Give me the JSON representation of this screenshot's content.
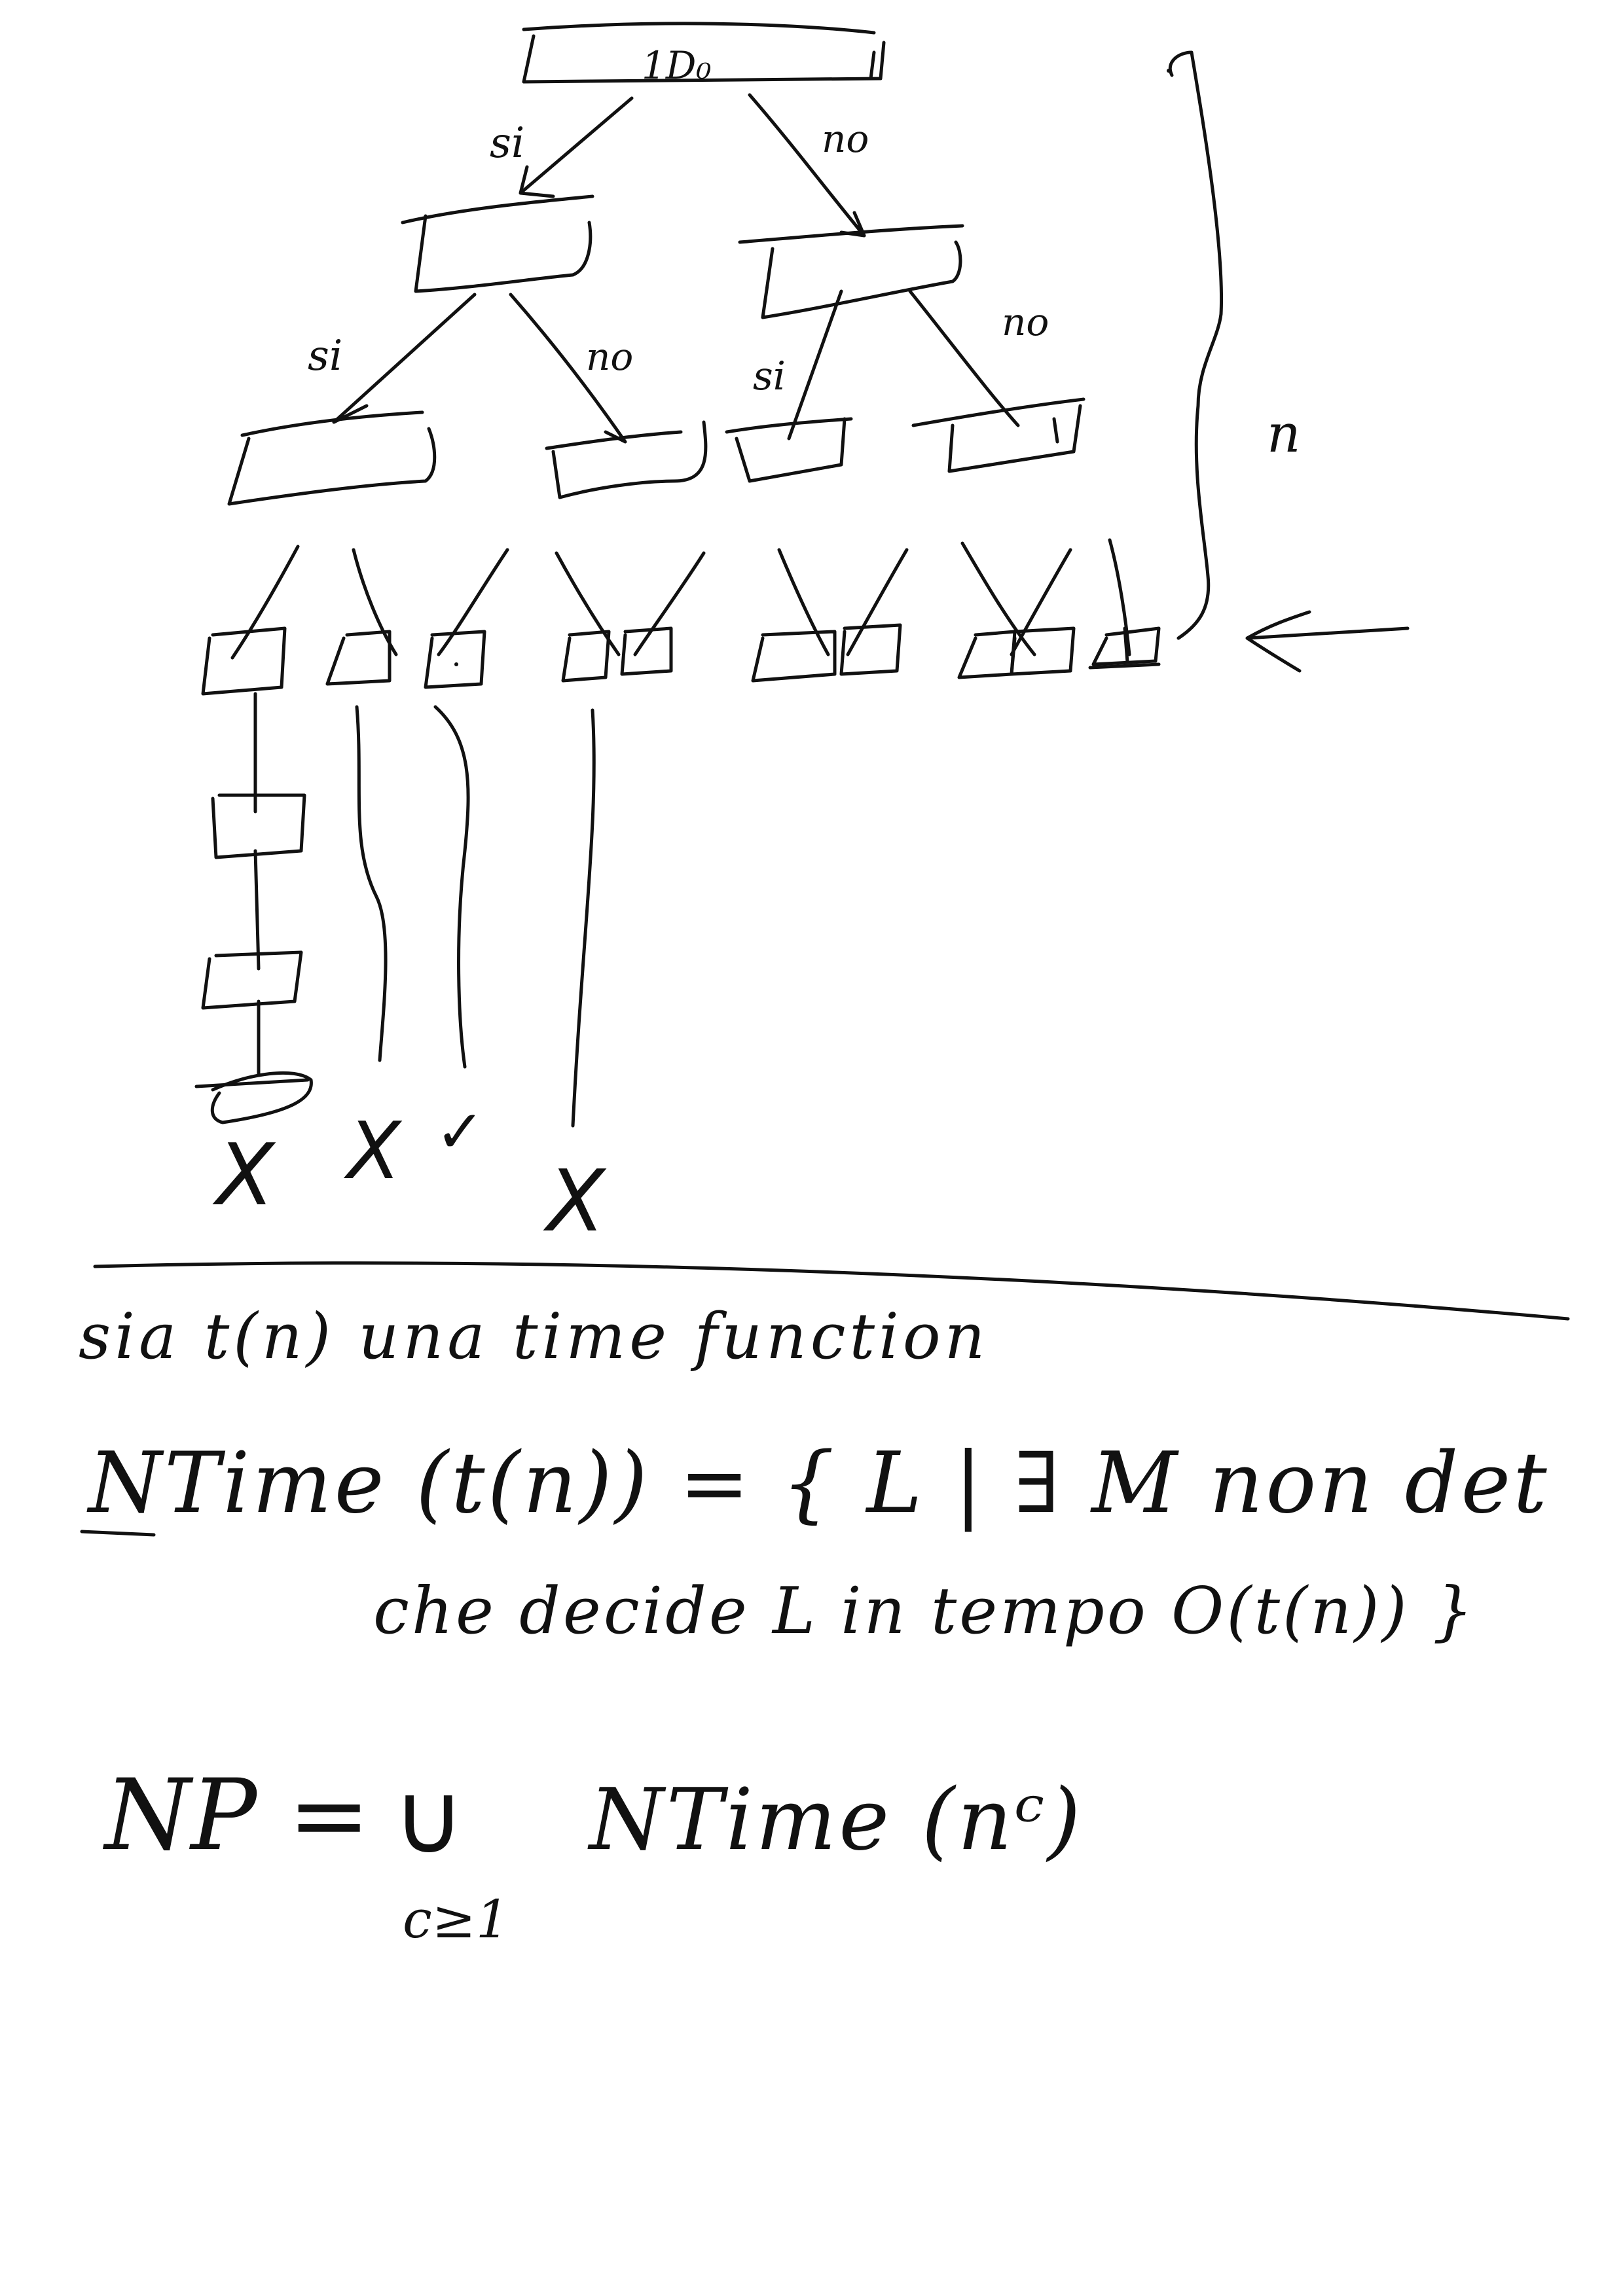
{
  "tree": {
    "root_label": "1D₀",
    "edge_labels": {
      "root_left": "si",
      "root_right": "no",
      "left_left": "si",
      "left_right": "no",
      "right_left": "si",
      "right_right": "no"
    },
    "height_label": "n",
    "leaf_marks": [
      "X",
      "X",
      "✓",
      "X"
    ]
  },
  "notes": {
    "line1": "sia t(n) una time function",
    "ntime_def_a": "NTime (t(n)) = { L | ∃ M non det",
    "ntime_def_b": "che decide L in tempo O(t(n)) }",
    "np_lhs": "NP =",
    "np_union": "∪",
    "np_rhs": "NTime (nᶜ)",
    "np_sub": "c≥1"
  },
  "colors": {
    "ink": "#111111",
    "paper": "#ffffff"
  }
}
